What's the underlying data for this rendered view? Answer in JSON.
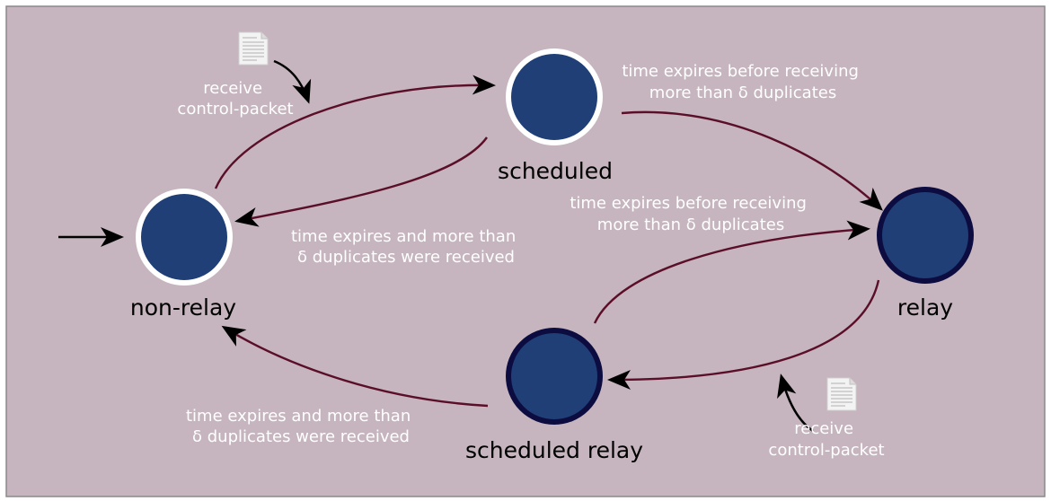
{
  "diagram": {
    "states": [
      {
        "id": "non-relay",
        "label": "non-relay"
      },
      {
        "id": "scheduled",
        "label": "scheduled"
      },
      {
        "id": "relay",
        "label": "relay"
      },
      {
        "id": "scheduled-relay",
        "label": "scheduled relay"
      }
    ],
    "transitions": [
      {
        "from": "non-relay",
        "to": "scheduled",
        "label_lines": [
          "receive",
          "control-packet"
        ]
      },
      {
        "from": "scheduled",
        "to": "non-relay",
        "label_lines": [
          "time expires and more than",
          "δ duplicates were received"
        ]
      },
      {
        "from": "scheduled",
        "to": "relay",
        "label_lines": [
          "time expires before receiving",
          "more than δ duplicates"
        ]
      },
      {
        "from": "scheduled-relay",
        "to": "relay",
        "label_lines": [
          "time expires before receiving",
          "more than δ duplicates"
        ]
      },
      {
        "from": "relay",
        "to": "scheduled-relay",
        "label_lines": [
          "receive",
          "control-packet"
        ]
      },
      {
        "from": "scheduled-relay",
        "to": "non-relay",
        "label_lines": [
          "time expires and more than",
          "δ duplicates were received"
        ]
      }
    ],
    "colors": {
      "background": "#c6b5be",
      "state_fill": "#1f3f76",
      "edge": "#5a0e28",
      "label_text": "#ffffff"
    },
    "icons": [
      "document-icon",
      "document-icon"
    ]
  }
}
